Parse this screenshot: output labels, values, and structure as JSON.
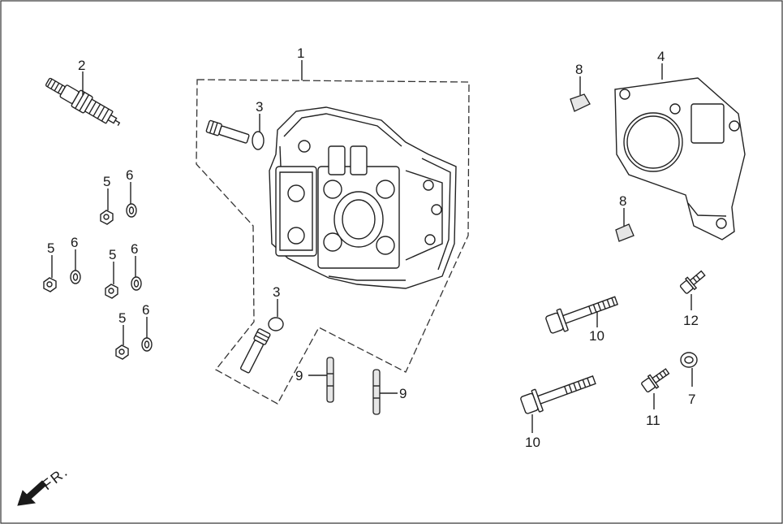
{
  "diagram": {
    "callouts": {
      "c1": "1",
      "c2": "2",
      "c3a": "3",
      "c3b": "3",
      "c4": "4",
      "c5a": "5",
      "c5b": "5",
      "c5c": "5",
      "c5d": "5",
      "c6a": "6",
      "c6b": "6",
      "c6c": "6",
      "c6d": "6",
      "c7": "7",
      "c8a": "8",
      "c8b": "8",
      "c9a": "9",
      "c9b": "9",
      "c10a": "10",
      "c10b": "10",
      "c11": "11",
      "c12": "12"
    },
    "front_indicator": "FR."
  }
}
